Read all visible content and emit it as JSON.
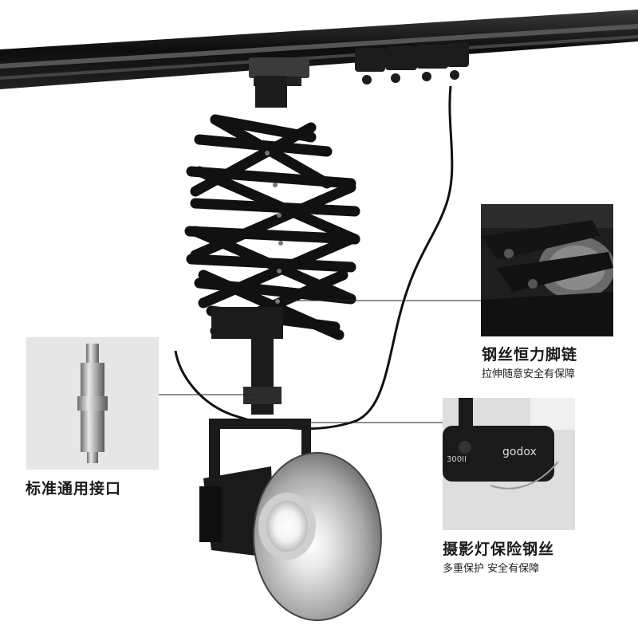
{
  "callouts": {
    "pantograph": {
      "title": "钢丝恒力脚链",
      "subtitle": "拉伸随意安全有保障"
    },
    "spigot": {
      "title": "标准通用接口"
    },
    "safety_cable": {
      "title": "摄影灯保险钢丝",
      "subtitle": "多重保护  安全有保障"
    }
  },
  "lamp_brand": "godox",
  "lamp_model": "300II"
}
